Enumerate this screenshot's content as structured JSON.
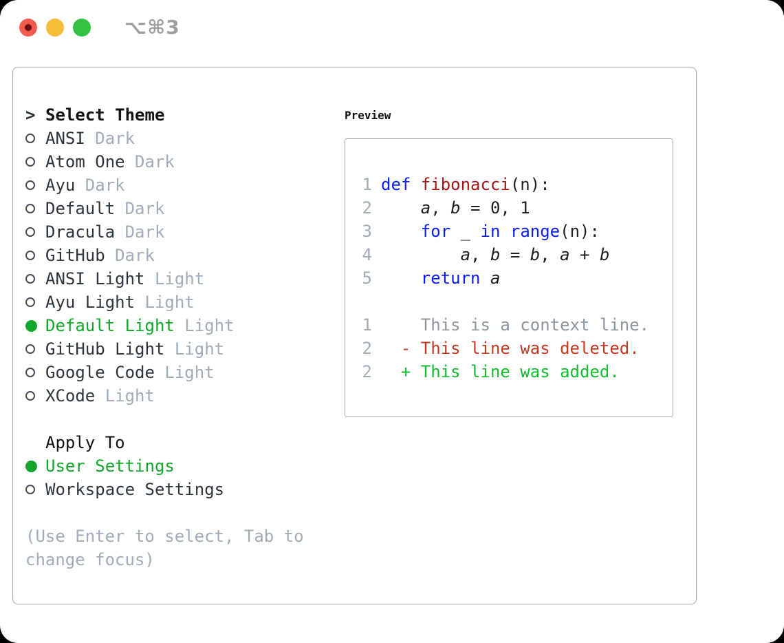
{
  "colors": {
    "accent-green": "#14a52c",
    "keyword-blue": "#0a1cf0",
    "function-red": "#a31515",
    "diff-red": "#c23a22",
    "diff-green": "#14bb2c",
    "muted": "#a2abb8",
    "context-gray": "#8f959d",
    "text-dark": "#2e343b",
    "code-dark": "#1b1f23",
    "border-gray": "#9eaab6",
    "titlebar-gray": "#9e9e9e",
    "traffic-red": "#f15b50",
    "traffic-yellow": "#f6bd3a",
    "traffic-green": "#35c144"
  },
  "window": {
    "title": "⌥⌘3"
  },
  "theme_selector": {
    "pointer": ">",
    "title": "Select Theme",
    "items": [
      {
        "name": "ANSI",
        "variant": "Dark",
        "selected": false
      },
      {
        "name": "Atom One",
        "variant": "Dark",
        "selected": false
      },
      {
        "name": "Ayu",
        "variant": "Dark",
        "selected": false
      },
      {
        "name": "Default",
        "variant": "Dark",
        "selected": false
      },
      {
        "name": "Dracula",
        "variant": "Dark",
        "selected": false
      },
      {
        "name": "GitHub",
        "variant": "Dark",
        "selected": false
      },
      {
        "name": "ANSI Light",
        "variant": "Light",
        "selected": false
      },
      {
        "name": "Ayu Light",
        "variant": "Light",
        "selected": false
      },
      {
        "name": "Default Light",
        "variant": "Light",
        "selected": true
      },
      {
        "name": "GitHub Light",
        "variant": "Light",
        "selected": false
      },
      {
        "name": "Google Code",
        "variant": "Light",
        "selected": false
      },
      {
        "name": "XCode",
        "variant": "Light",
        "selected": false
      }
    ],
    "apply_to": {
      "title": "Apply To",
      "options": [
        {
          "label": "User Settings",
          "selected": true
        },
        {
          "label": "Workspace Settings",
          "selected": false
        }
      ]
    },
    "help_lines": [
      "(Use Enter to select, Tab to",
      "change focus)"
    ]
  },
  "preview": {
    "title": "Preview",
    "code_lines": [
      {
        "num": "1",
        "segments": [
          {
            "t": "def",
            "c": "k"
          },
          {
            "t": " ",
            "c": "p"
          },
          {
            "t": "fibonacci",
            "c": "f"
          },
          {
            "t": "(n):",
            "c": "p"
          }
        ]
      },
      {
        "num": "2",
        "segments": [
          {
            "t": "    ",
            "c": "p"
          },
          {
            "t": "a",
            "c": "v"
          },
          {
            "t": ", ",
            "c": "p"
          },
          {
            "t": "b",
            "c": "v"
          },
          {
            "t": " = 0, 1",
            "c": "p"
          }
        ]
      },
      {
        "num": "3",
        "segments": [
          {
            "t": "    ",
            "c": "p"
          },
          {
            "t": "for",
            "c": "k"
          },
          {
            "t": " _ ",
            "c": "p"
          },
          {
            "t": "in",
            "c": "k"
          },
          {
            "t": " ",
            "c": "p"
          },
          {
            "t": "range",
            "c": "k"
          },
          {
            "t": "(n):",
            "c": "p"
          }
        ]
      },
      {
        "num": "4",
        "segments": [
          {
            "t": "        ",
            "c": "p"
          },
          {
            "t": "a",
            "c": "v"
          },
          {
            "t": ", ",
            "c": "p"
          },
          {
            "t": "b",
            "c": "v"
          },
          {
            "t": " = ",
            "c": "p"
          },
          {
            "t": "b",
            "c": "v"
          },
          {
            "t": ", ",
            "c": "p"
          },
          {
            "t": "a",
            "c": "v"
          },
          {
            "t": " + ",
            "c": "p"
          },
          {
            "t": "b",
            "c": "v"
          }
        ]
      },
      {
        "num": "5",
        "segments": [
          {
            "t": "    ",
            "c": "p"
          },
          {
            "t": "return",
            "c": "k"
          },
          {
            "t": " ",
            "c": "p"
          },
          {
            "t": "a",
            "c": "v"
          }
        ]
      },
      {
        "num": "",
        "segments": []
      },
      {
        "num": "1",
        "segments": [
          {
            "t": "    This is a context line.",
            "c": "ctx"
          }
        ]
      },
      {
        "num": "2",
        "segments": [
          {
            "t": "  - This line was deleted.",
            "c": "del"
          }
        ]
      },
      {
        "num": "2",
        "segments": [
          {
            "t": "  + This line was added.",
            "c": "add"
          }
        ]
      }
    ]
  }
}
